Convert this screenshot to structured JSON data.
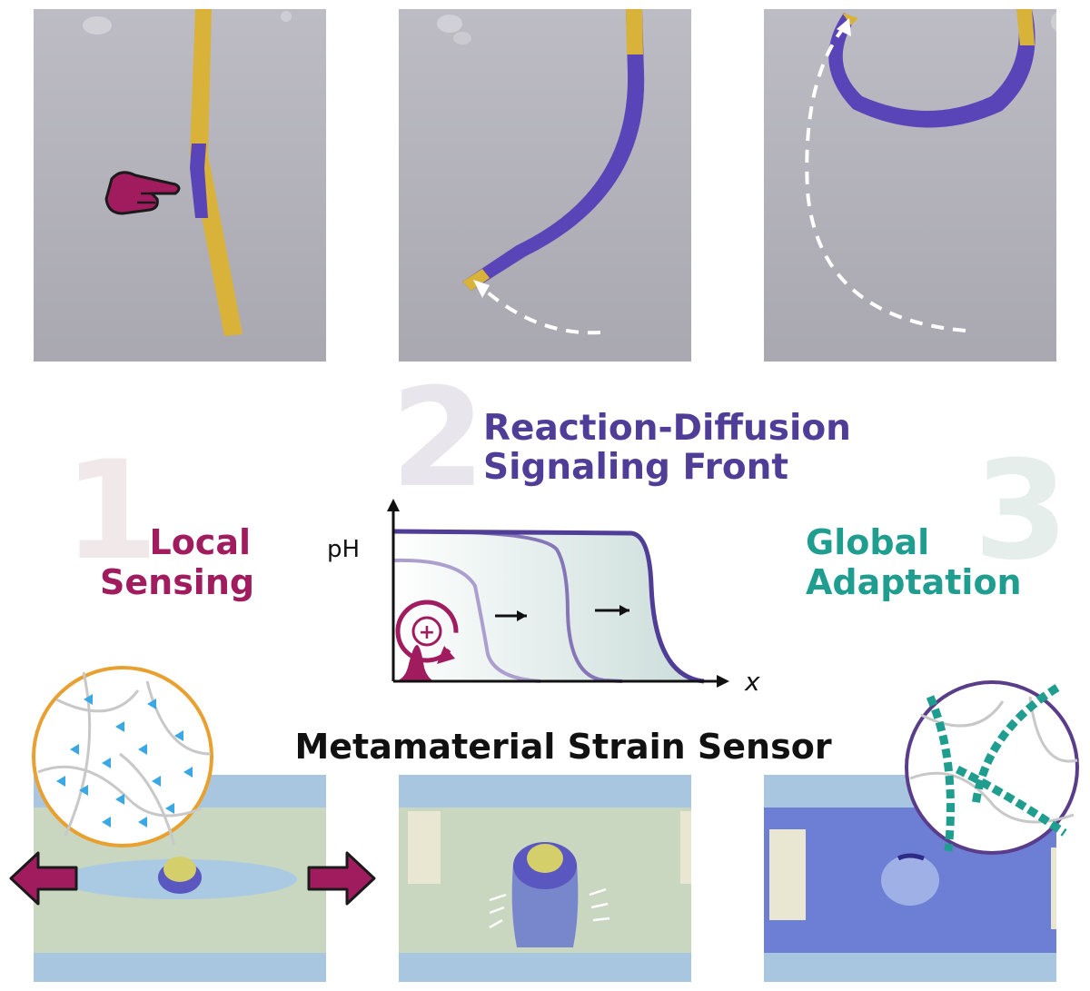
{
  "labels": {
    "num1": "1",
    "num2": "2",
    "num3": "3",
    "local_line1": "Local",
    "local_line2": "Sensing",
    "rd_line1": "Reaction-Diffusion",
    "rd_line2": "Signaling Front",
    "global_line1": "Global",
    "global_line2": "Adaptation",
    "sensor_title": "Metamaterial Strain Sensor"
  },
  "graph": {
    "ylabel": "pH",
    "xlabel": "x",
    "plus_symbol": "+"
  },
  "colors": {
    "magenta": "#a11c5e",
    "purple": "#4f3d97",
    "teal": "#1f9e90",
    "orange": "#e8a030",
    "yellow_strip": "#d9b23a",
    "blue_strip": "#5a45b8",
    "photo_bg": "#b3b2ba"
  },
  "icons": {
    "pointing_hand": "pointing-hand-icon",
    "left_arrow": "left-arrow-icon",
    "right_arrow": "right-arrow-icon"
  }
}
